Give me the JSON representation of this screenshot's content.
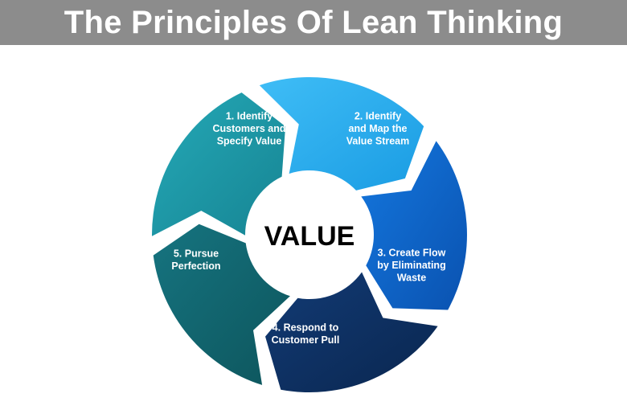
{
  "title": "The Principles Of Lean Thinking",
  "center_label": "VALUE",
  "colors": {
    "title_bar": "#8c8c8c",
    "title_text": "#ffffff",
    "step1": "#23a9ec",
    "step2": "#0c63c9",
    "step3": "#0c2f60",
    "step4": "#11636b",
    "step5": "#1c97a6"
  },
  "steps": [
    {
      "label_lines": [
        "1. Identify",
        "Customers and",
        "Specify Value"
      ]
    },
    {
      "label_lines": [
        "2. Identify",
        "and Map the",
        "Value Stream"
      ]
    },
    {
      "label_lines": [
        "3. Create Flow",
        "by Eliminating",
        "Waste"
      ]
    },
    {
      "label_lines": [
        "4. Respond to",
        "Customer Pull"
      ]
    },
    {
      "label_lines": [
        "5. Pursue",
        "Perfection"
      ]
    }
  ]
}
